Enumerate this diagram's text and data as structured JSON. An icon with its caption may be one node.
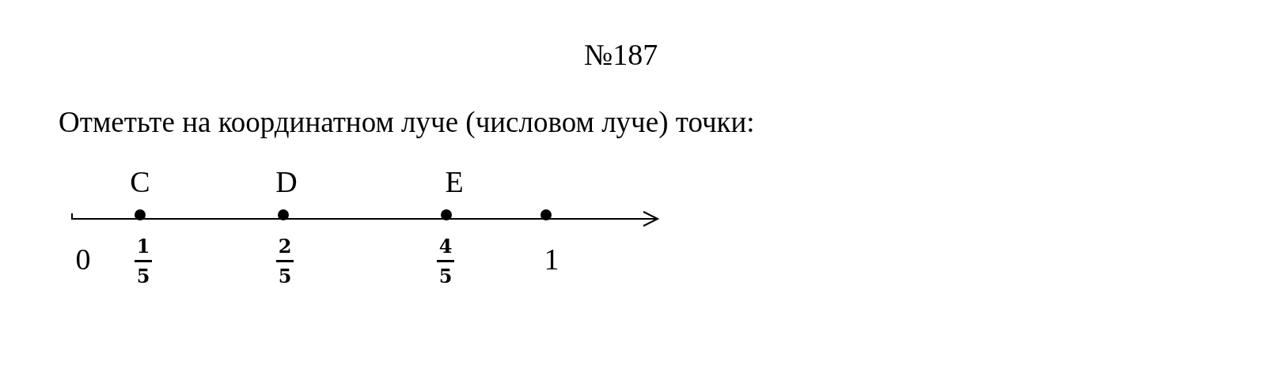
{
  "diagram": {
    "title": "№187",
    "labels": [
      "Отметьте на координатном луче (числовом луче) точки:",
      "C",
      "D",
      "E",
      "0",
      "1",
      "5",
      "2",
      "5",
      "4",
      "5",
      "1"
    ]
  }
}
